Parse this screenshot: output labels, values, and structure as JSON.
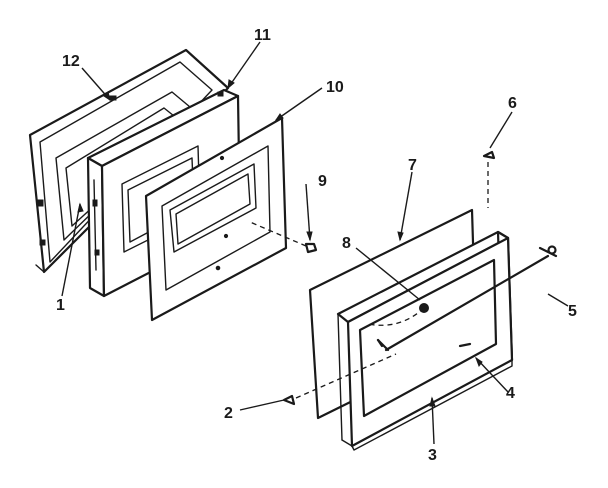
{
  "callouts": {
    "c1": "1",
    "c2": "2",
    "c3": "3",
    "c4": "4",
    "c5": "5",
    "c6": "6",
    "c7": "7",
    "c8": "8",
    "c9": "9",
    "c10": "10",
    "c11": "11",
    "c12": "12"
  },
  "style": {
    "line_color": "#1a1a1a",
    "background": "#ffffff"
  }
}
